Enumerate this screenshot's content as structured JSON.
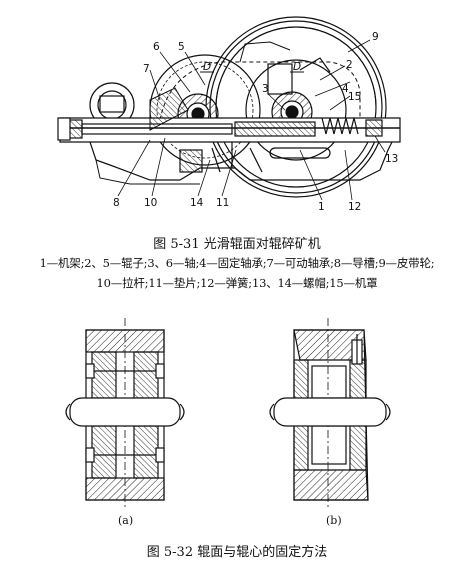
{
  "figure_5_31": {
    "caption": "图 5-31   光滑辊面对辊碎矿机",
    "legend_line1": "1—机架;2、5—辊子;3、6—轴;4—固定轴承;7—可动轴承;8—导槽;9—皮带轮;",
    "legend_line2": "10—拉杆;11—垫片;12—弹簧;13、14—螺帽;15—机罩",
    "part_numbers": {
      "n1": "1",
      "n2": "2",
      "n3": "3",
      "n4": "4",
      "n5": "5",
      "n6": "6",
      "n7": "7",
      "n8": "8",
      "n9": "9",
      "n10": "10",
      "n11": "11",
      "n12": "12",
      "n13": "13",
      "n14": "14",
      "n15": "15"
    },
    "diameter_label_left": "D",
    "diameter_label_right": "D"
  },
  "figure_5_32": {
    "caption": "图 5-32   辊面与辊心的固定方法",
    "sub_a": "(a)",
    "sub_b": "(b)"
  }
}
